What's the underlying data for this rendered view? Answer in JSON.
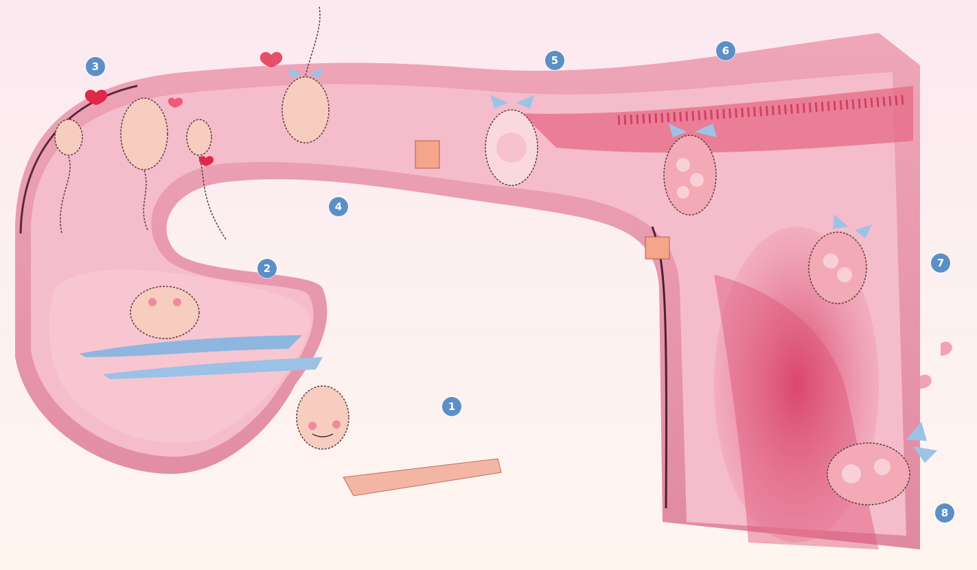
{
  "steps": [
    {
      "number": "1"
    },
    {
      "number": "2"
    },
    {
      "number": "3"
    },
    {
      "number": "4"
    },
    {
      "number": "5"
    },
    {
      "number": "6"
    },
    {
      "number": "7"
    },
    {
      "number": "8"
    }
  ],
  "colors": {
    "background_top": "#fbe8ef",
    "background_bottom": "#fef5ef",
    "tube_wall": "#e58aa3",
    "tube_inner": "#f4b6c4",
    "uterine_lining": "#d94468",
    "bow": "#9cc3e6",
    "badge": "#5b8fc6",
    "heart": "#e0284a"
  }
}
